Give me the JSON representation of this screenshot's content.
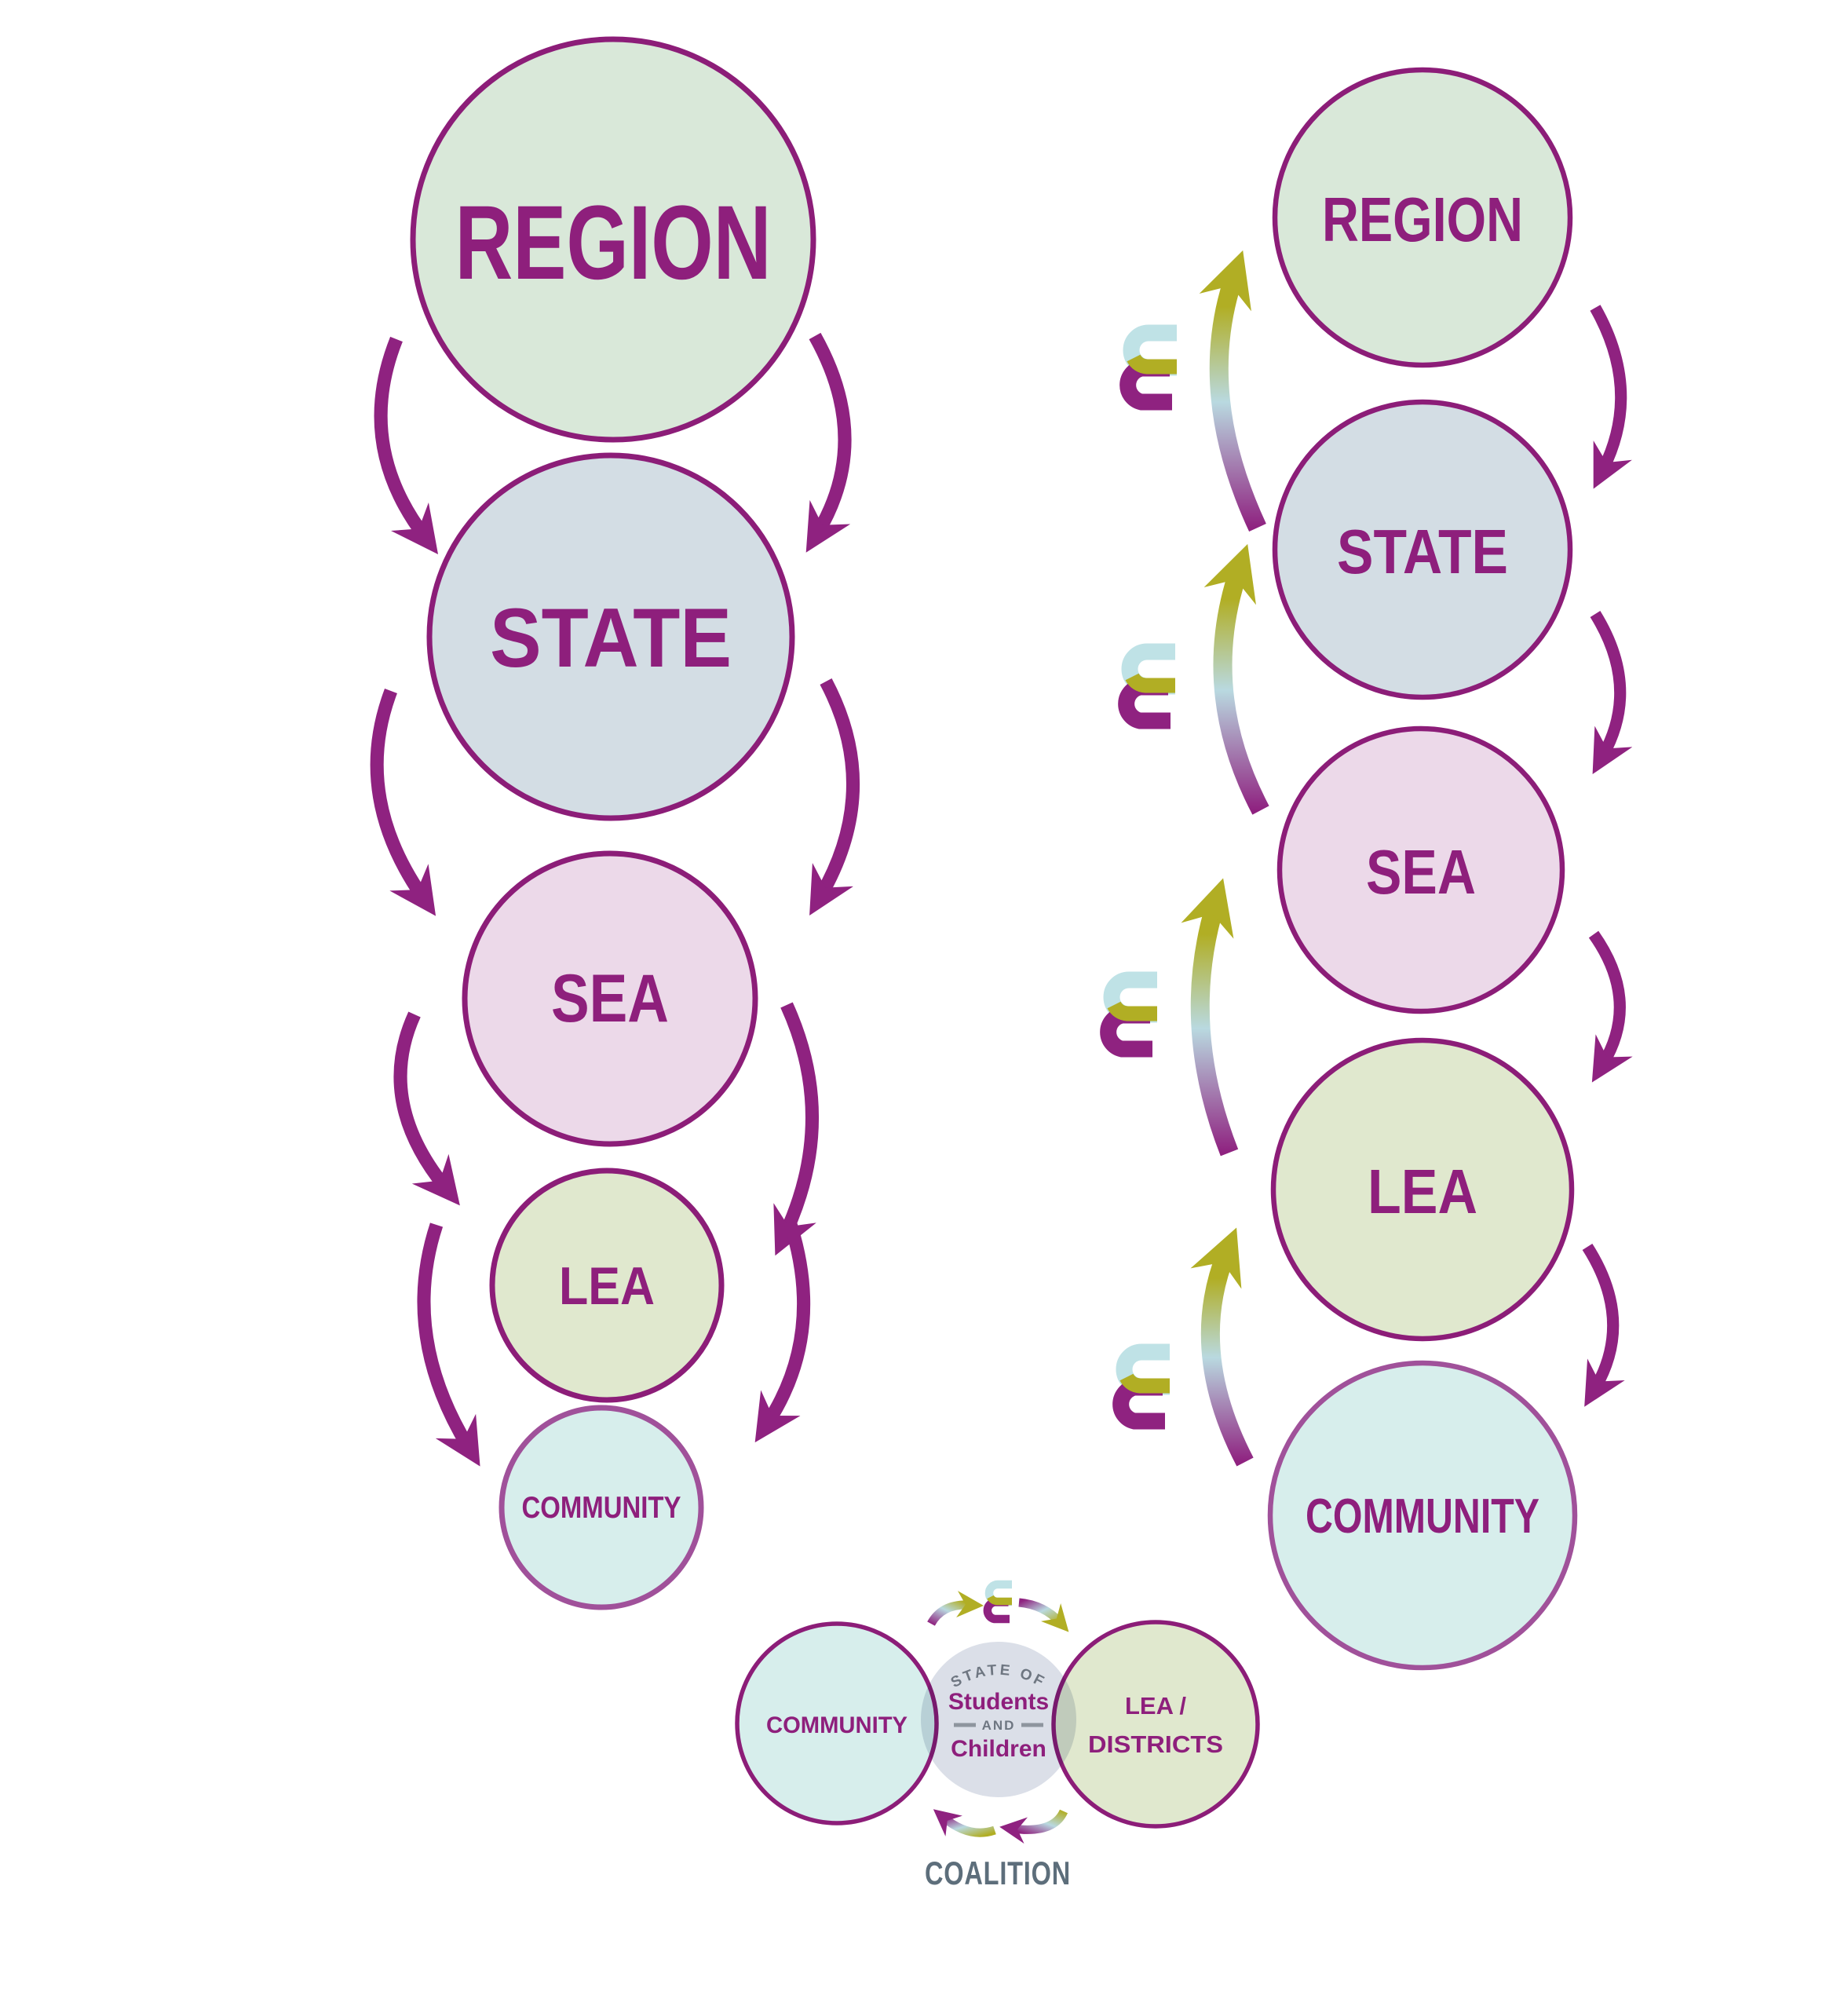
{
  "colors": {
    "background": "#ffffff",
    "border_purple": "#8c1d78",
    "label_purple": "#8e1f7c",
    "arrow_purple": "#8f2280",
    "community_border": "#a0519a",
    "olive": "#b1ae24",
    "cyan": "#bfe2e6",
    "gradient_mid": "#b9d9e0",
    "slate": "#5d6e7b",
    "gray_text": "#6e7681",
    "dash_gray": "#8e959e",
    "region_fill": "#d9e8d9",
    "state_fill": "#d3dde4",
    "sea_fill": "#ecd9e9",
    "lea_fill": "#e0e8ce",
    "community_fill": "#d7eeec",
    "center_fill": "#dbdfe8"
  },
  "icons": {
    "e_mark": "e-mark"
  },
  "left_flow": {
    "circles": [
      {
        "label": "REGION"
      },
      {
        "label": "STATE"
      },
      {
        "label": "SEA"
      },
      {
        "label": "LEA"
      },
      {
        "label": "COMMUNITY"
      }
    ]
  },
  "right_flow": {
    "circles": [
      {
        "label": "REGION"
      },
      {
        "label": "STATE"
      },
      {
        "label": "SEA"
      },
      {
        "label": "LEA"
      },
      {
        "label": "COMMUNITY"
      }
    ]
  },
  "coalition": {
    "left_circle_label": "COMMUNITY",
    "right_circle_label_line1": "LEA /",
    "right_circle_label_line2": "DISTRICTS",
    "center_arc_label": "STATE OF",
    "center_line1": "Students",
    "center_conjunction": "AND",
    "center_line2": "Children",
    "caption": "COALITION"
  }
}
